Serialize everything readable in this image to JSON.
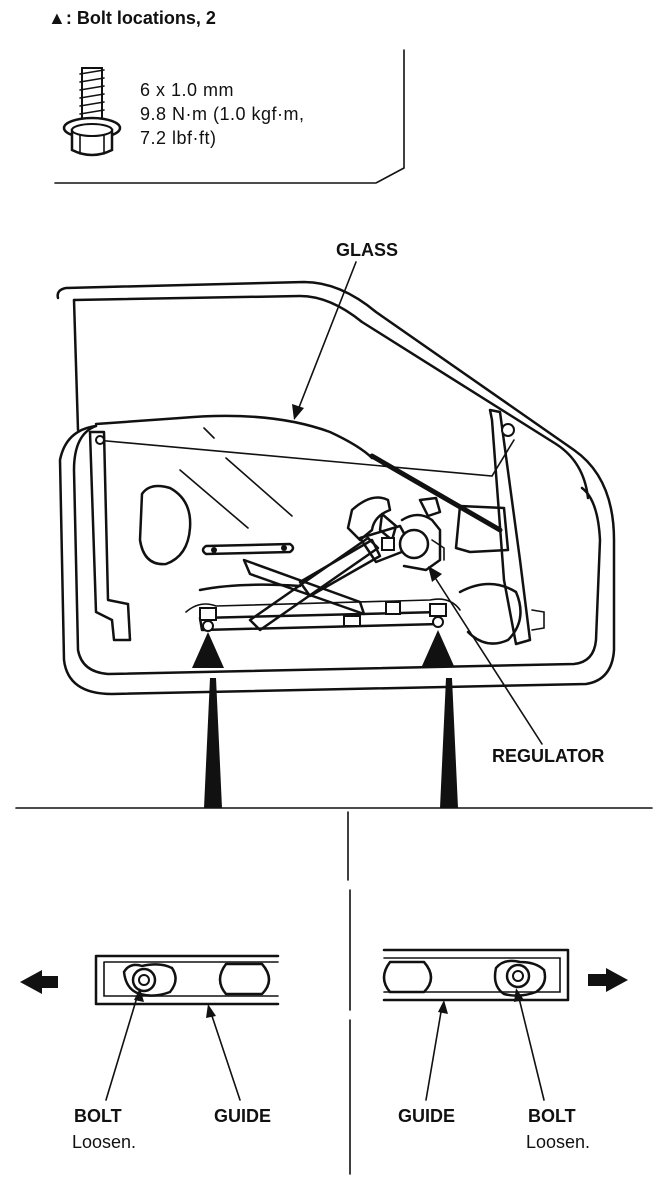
{
  "legend": {
    "marker_symbol": "▲",
    "text": ": Bolt locations, 2"
  },
  "bolt_spec": {
    "size": "6 x 1.0 mm",
    "torque_line1": "9.8 N·m (1.0 kgf·m,",
    "torque_line2": "7.2 lbf·ft)"
  },
  "callouts": {
    "glass": "GLASS",
    "regulator": "REGULATOR"
  },
  "left_detail": {
    "bolt_label": "BOLT",
    "bolt_note": "Loosen.",
    "guide_label": "GUIDE"
  },
  "right_detail": {
    "guide_label": "GUIDE",
    "bolt_label": "BOLT",
    "bolt_note": "Loosen."
  },
  "icons": [
    "bolt-icon",
    "bolt-location-triangle-icon",
    "direction-arrow-left-icon",
    "direction-arrow-right-icon"
  ],
  "colors": {
    "ink": "#111111",
    "paper": "#ffffff"
  }
}
